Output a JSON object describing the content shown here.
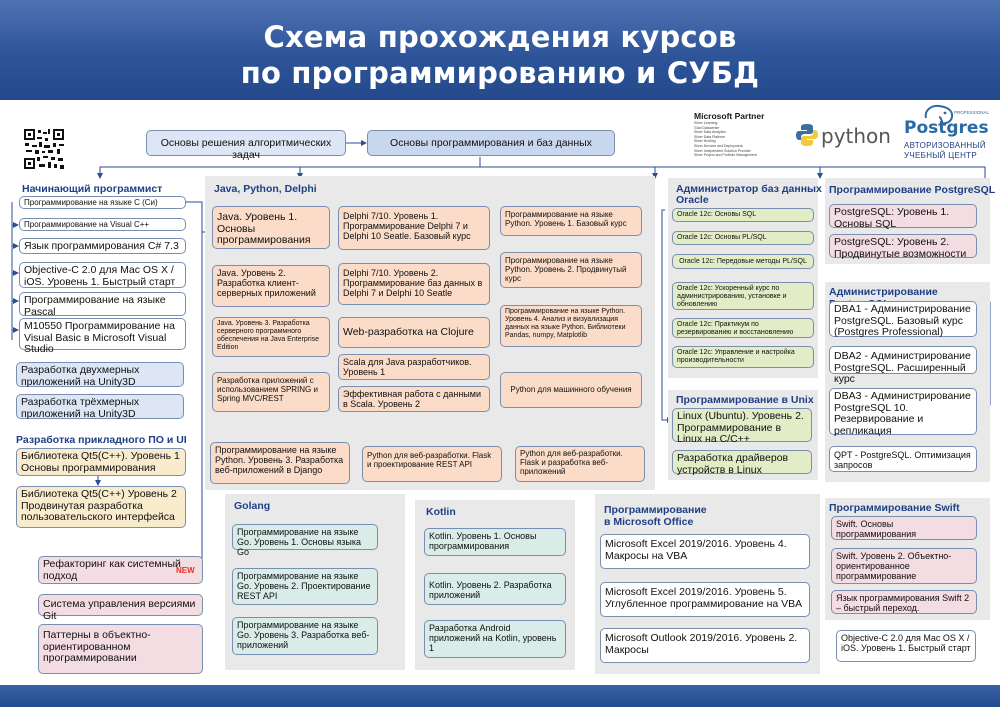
{
  "title": {
    "line1": "Схема прохождения курсов",
    "line2": "по программированию и СУБД"
  },
  "top": {
    "algorithms": "Основы решения алгоритмических задач",
    "basics": "Основы программирования и баз данных"
  },
  "logos": {
    "ms_title": "Microsoft Partner",
    "ms_items": [
      "Silver Learning",
      "Gold Datacenter",
      "Silver Data Analytics",
      "Silver Data Platform",
      "Silver Hosting",
      "Silver Devices and Deployment",
      "Silver Independent Solution Provider",
      "Silver Project and Portfolio Management"
    ],
    "python": "python",
    "postgres_small": "PROFESSIONAL",
    "postgres": "Postgres",
    "authorized": "АВТОРИЗОВАННЫЙ",
    "center": "УЧЕБНЫЙ ЦЕНТР"
  },
  "beginner": {
    "title": "Начинающий программист",
    "items": [
      "Программирование на языке С (Си)",
      "Программирование на Visual C++",
      "Язык программирования C# 7.3",
      "Objective-C 2.0 для Mac OS X / iOS. Уровень 1. Быстрый старт",
      "Программирование на языке Pascal",
      "M10550 Программирование на Visual Basic в Microsoft Visual Studio"
    ],
    "unity2d": "Разработка двухмерных приложений на Unity3D",
    "unity3d": "Разработка трёхмерных приложений на Unity3D"
  },
  "applied": {
    "title": "Разработка прикладного ПО и UI",
    "qt1": "Библиотека Qt5(С++). Уровень 1 Основы программирования",
    "qt2": "Библиотека Qt5(С++) Уровень 2 Продвинутая разработка пользовательского интерфейса"
  },
  "misc": {
    "refactoring": "Рефакторинг как системный подход",
    "new": "NEW",
    "git": "Система управления версиями Git",
    "patterns": "Паттерны в объектно-ориентированном программировании"
  },
  "jpd": {
    "title": "Java, Python, Delphi",
    "java1": "Java. Уровень 1. Основы программирования",
    "java2": "Java. Уровень 2. Разработка клиент-серверных приложений",
    "java3": "Java. Уровень 3. Разработка серверного программного обеспечения на Java Enterprise Edition",
    "spring": "Разработка приложений с использованием SPRING и Spring MVC/REST",
    "delphi1": "Delphi 7/10. Уровень 1. Программирование Delphi 7 и Delphi 10 Seatle. Базовый курс",
    "delphi2": "Delphi 7/10. Уровень 2. Программирование баз данных в Delphi 7 и Delphi 10 Seatle",
    "clojure": "Web-разработка на Clojure",
    "scala1": "Scala для Java разработчиков. Уровень 1",
    "scala2": "Эффективная работа с данными в Scala. Уровень 2",
    "py1": "Программирование на языке Python. Уровень 1. Базовый курс",
    "py2": "Программирование на языке Python. Уровень 2. Продвинутый курс",
    "py4": "Программирование на языке Python. Уровень 4. Анализ и визуализация данных на языке Python. Библиотеки Pandas, numpy, Matplotlib",
    "pyml": "Python для машинного обучения",
    "py3": "Программирование на языке Python. Уровень 3. Разработка веб-приложений в Django",
    "flask1": "Python для веб-разработки. Flask и проектирование REST API",
    "flask2": "Python для веб-разработки. Flask и разработка веб-приложений"
  },
  "golang": {
    "title": "Golang",
    "g1": "Программирование на языке Go. Уровень 1. Основы языка Go",
    "g2": "Программирование на языке Go. Уровень 2. Проектирование REST API",
    "g3": "Программирование на языке Go. Уровень 3. Разработка веб-приложений"
  },
  "kotlin": {
    "title": "Kotlin",
    "k1": "Kotlin. Уровень 1. Основы программирования",
    "k2": "Kotlin. Уровень 2. Разработка приложений",
    "k3": "Разработка Android приложений на Kotlin, уровень 1"
  },
  "office": {
    "title1": "Программирование",
    "title2": "в Microsoft Office",
    "e4": "Microsoft Excel 2019/2016. Уровень 4. Макросы на VBA",
    "e5": "Microsoft Excel 2019/2016. Уровень 5. Углубленное программирование на VBA",
    "o2": "Microsoft Outlook 2019/2016. Уровень 2. Макросы"
  },
  "oracle": {
    "title1": "Администратор баз данных",
    "title2": "Oracle",
    "items": [
      "Oracle 12c: Основы SQL",
      "Oracle 12c: Основы PL/SQL",
      "Oracle 12c: Передовые методы PL/SQL",
      "Oracle 12c: Ускоренный курс по администрированию, установке и обновлению",
      "Oracle 12c: Практикум по резервированию и восстановлению",
      "Oracle 12c: Управление и настройка производительности"
    ]
  },
  "unix": {
    "title": "Программирование в Unix",
    "u2": "Linux (Ubuntu). Уровень 2. Программирование в Linux на C/C++",
    "drivers": "Разработка драйверов устройств в Linux"
  },
  "pg": {
    "title": "Программирование PostgreSQL",
    "p1": "PostgreSQL: Уровень 1. Основы SQL",
    "p2": "PostgreSQL: Уровень 2. Продвинутые возможности"
  },
  "pgadmin": {
    "title": "Администрирование PostgreSQL",
    "dba1": "DBA1 - Администрирование PostgreSQL. Базовый курс (Postgres Professional)",
    "dba2": "DBA2 - Администрирование PostgreSQL. Расширенный курс",
    "dba3": "DBA3 - Администрирование PostgreSQL 10. Резервирование и репликация",
    "qpt": "QPT - PostgreSQL. Оптимизация запросов"
  },
  "swift": {
    "title": "Программирование Swift",
    "s1": "Swift. Основы программирования",
    "s2": "Swift. Уровень 2. Объектно-ориентированное программирование",
    "s3": "Язык программирования Swift 2 – быстрый переход.",
    "objc": "Objective-C 2.0 для Mac OS X / iOS. Уровень 1. Быстрый старт"
  }
}
